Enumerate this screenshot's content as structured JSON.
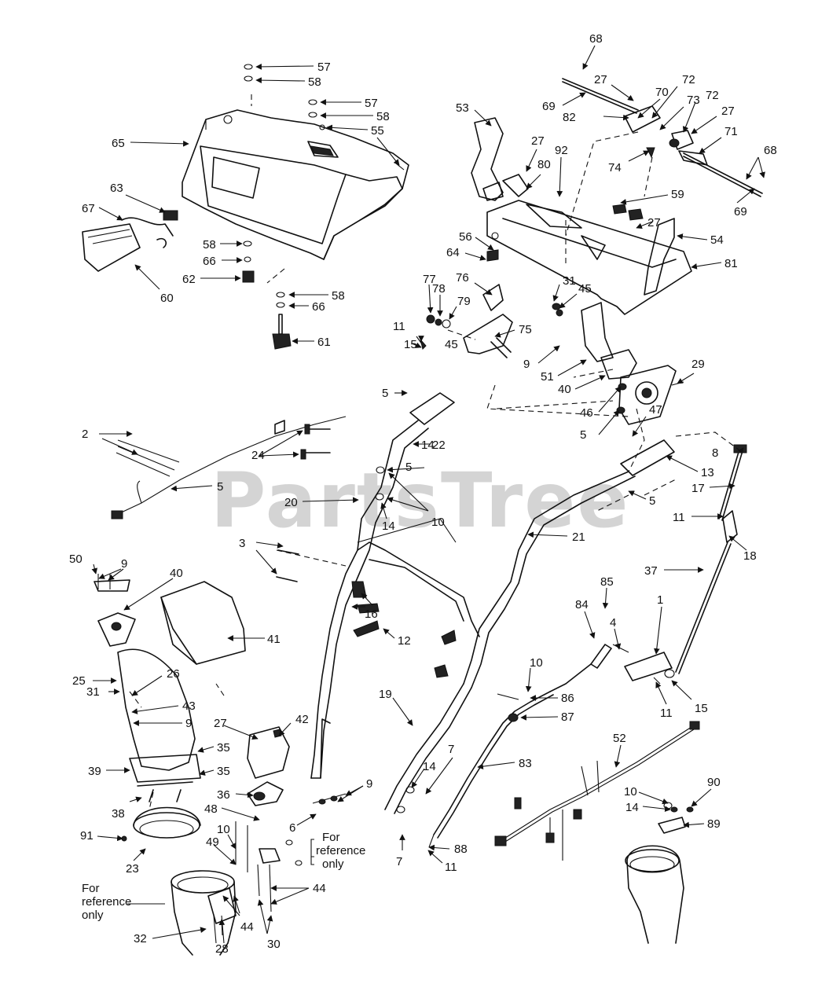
{
  "watermark": "PartsTree",
  "notes": {
    "ref_mid_line1": "For",
    "ref_mid_line2": "reference",
    "ref_mid_line3": "only",
    "ref_left_line1": "For",
    "ref_left_line2": "reference",
    "ref_left_line3": "only"
  },
  "callouts": [
    "68",
    "27",
    "72",
    "70",
    "73",
    "72",
    "27",
    "69",
    "82",
    "71",
    "68",
    "74",
    "69",
    "53",
    "27",
    "80",
    "92",
    "59",
    "27",
    "54",
    "81",
    "56",
    "64",
    "57",
    "58",
    "57",
    "58",
    "55",
    "65",
    "63",
    "67",
    "60",
    "58",
    "66",
    "62",
    "58",
    "66",
    "61",
    "77",
    "78",
    "79",
    "76",
    "11",
    "15",
    "45",
    "75",
    "31",
    "45",
    "9",
    "51",
    "40",
    "29",
    "46",
    "5",
    "47",
    "5",
    "8",
    "13",
    "17",
    "5",
    "22",
    "11",
    "18",
    "37",
    "2",
    "24",
    "5",
    "5",
    "14",
    "20",
    "10",
    "14",
    "21",
    "3",
    "16",
    "12",
    "85",
    "84",
    "4",
    "1",
    "50",
    "9",
    "40",
    "41",
    "25",
    "31",
    "26",
    "43",
    "9",
    "27",
    "42",
    "10",
    "86",
    "87",
    "19",
    "39",
    "35",
    "35",
    "7",
    "14",
    "9",
    "83",
    "52",
    "90",
    "10",
    "14",
    "6",
    "36",
    "48",
    "38",
    "89",
    "91",
    "23",
    "10",
    "49",
    "88",
    "11",
    "7",
    "44",
    "44",
    "30",
    "32",
    "28",
    "15",
    "11"
  ],
  "colors": {
    "ink": "#111111",
    "background": "#ffffff",
    "watermark": "#bcbcbc"
  }
}
